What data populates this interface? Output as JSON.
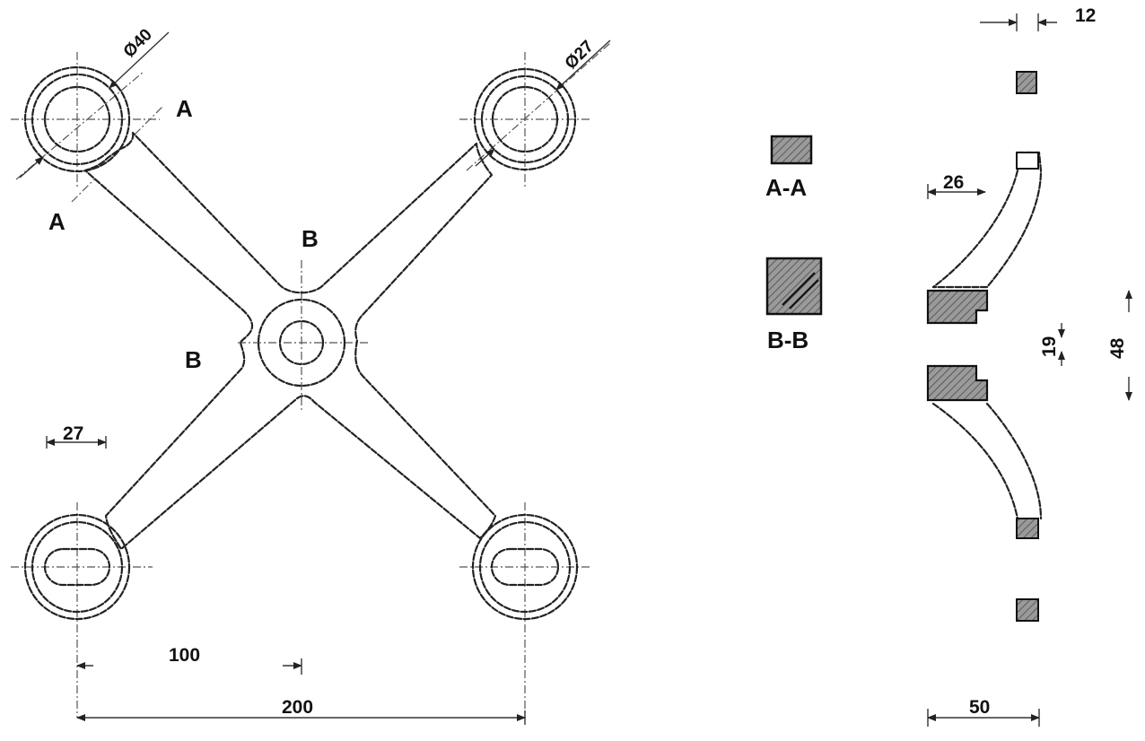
{
  "front_view": {
    "labels": {
      "dia_large": "Ø40",
      "dia_small": "Ø27",
      "section_a_top": "A",
      "section_a_bottom": "A",
      "section_b_top": "B",
      "section_b_left": "B"
    },
    "dimensions": {
      "arm_width": "27",
      "half_span": "100",
      "full_span": "200"
    }
  },
  "sections": {
    "section_a_label": "A-A",
    "section_b_label": "B-B"
  },
  "side_view": {
    "dimensions": {
      "top_width": "12",
      "curve_offset": "26",
      "gap": "19",
      "hub_height": "48",
      "total_depth": "50"
    }
  },
  "colors": {
    "line": "#222222",
    "hatch_fill": "#9a9a9a",
    "background": "#ffffff"
  }
}
